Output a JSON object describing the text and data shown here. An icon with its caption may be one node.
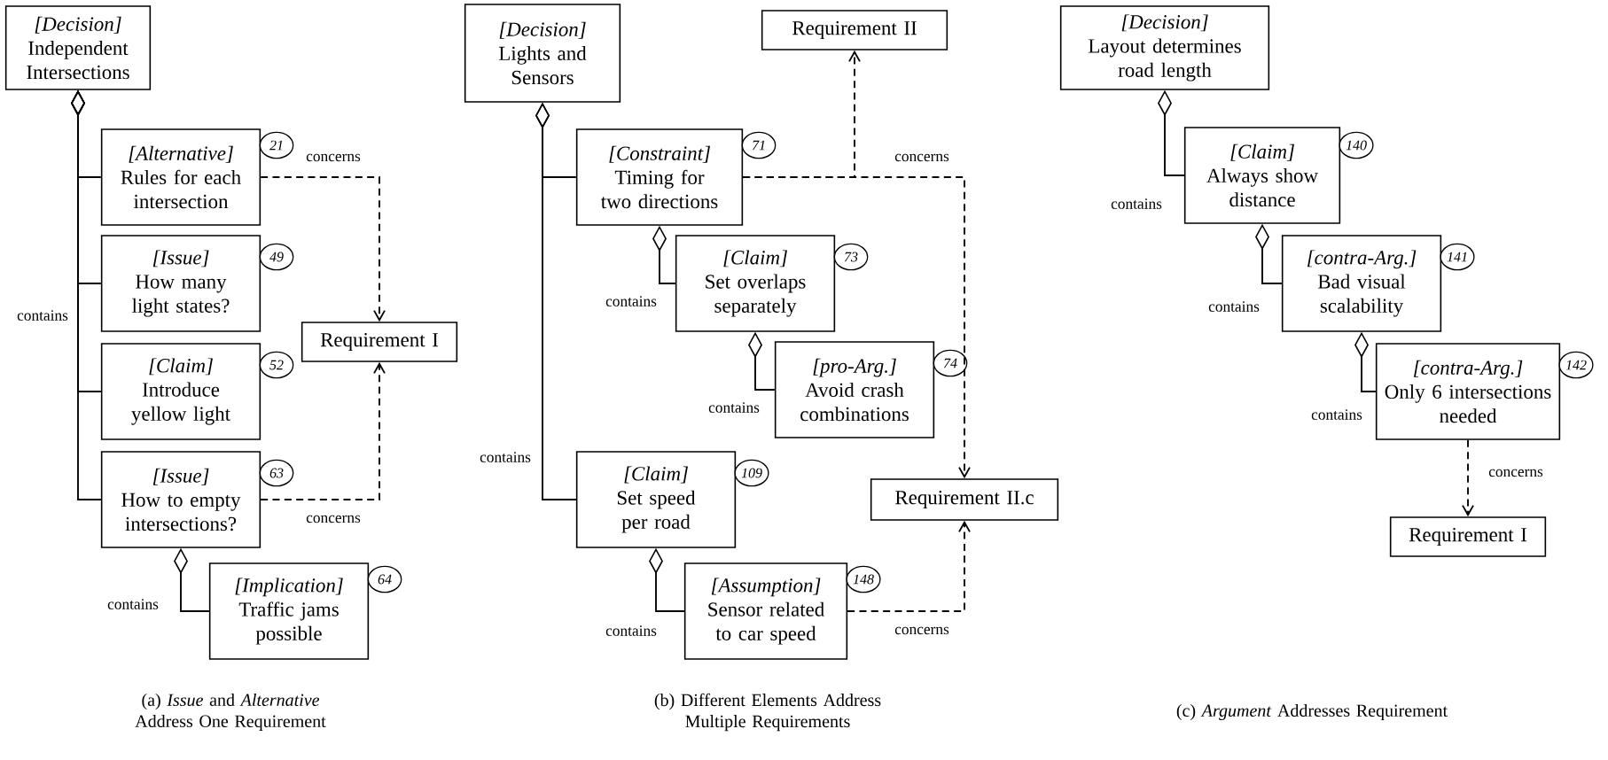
{
  "diagram": {
    "nodes": [
      {
        "text": [
          "[Decision]",
          "Independent Intersections"
        ]
      },
      {
        "text": [
          "[Alternative]",
          "Rules for each intersection"
        ],
        "beside": [
          "21"
        ]
      },
      {
        "text": [
          "[Issue]",
          "How many light states?"
        ],
        "beside": [
          "49"
        ]
      },
      {
        "text": [
          "[Claim]",
          "Introduce yellow light"
        ],
        "beside": [
          "52"
        ]
      },
      {
        "text": [
          "[Issue]",
          "How to empty intersections?"
        ],
        "beside": [
          "63"
        ]
      },
      {
        "text": [
          "Requirement I"
        ]
      },
      {
        "text": [
          "[Implication]",
          "Traffic jams possible"
        ],
        "beside": [
          "64"
        ]
      },
      {
        "text": [
          "[Decision]",
          "Lights and Sensors"
        ]
      },
      {
        "text": [
          "Requirement II"
        ]
      },
      {
        "text": [
          "[Constraint]",
          "Timing for two directions"
        ],
        "beside": [
          "71"
        ]
      },
      {
        "text": [
          "[Claim]",
          "Set overlaps separately"
        ],
        "beside": [
          "73"
        ]
      },
      {
        "text": [
          "[pro-Arg.]",
          "Avoid crash combinations"
        ],
        "beside": [
          "74"
        ]
      },
      {
        "text": [
          "[Claim]",
          "Set speed per road"
        ],
        "beside": [
          "109"
        ]
      },
      {
        "text": [
          "Requirement II.c"
        ]
      },
      {
        "text": [
          "[Assumption]",
          "Sensor related to car speed"
        ],
        "beside": [
          "148"
        ]
      },
      {
        "text": [
          "[Decision]",
          "Layout determines road length"
        ]
      },
      {
        "text": [
          "[Claim]",
          "Always show distance"
        ],
        "beside": [
          "140"
        ]
      },
      {
        "text": [
          "[contra-Arg.]",
          "Bad visual scalability"
        ],
        "beside": [
          "141"
        ]
      },
      {
        "text": [
          "[contra-Arg.]",
          "Only 6 intersections needed"
        ],
        "beside": [
          "142"
        ]
      },
      {
        "text": [
          "Requirement I"
        ]
      }
    ],
    "edges": [
      {
        "from": 1,
        "to": 0,
        "arrow": "other"
      },
      {
        "from": 2,
        "to": 0,
        "arrow": "other",
        "label": "contains"
      },
      {
        "from": 3,
        "to": 0,
        "arrow": "other"
      },
      {
        "from": 4,
        "to": 0,
        "arrow": "other"
      },
      {
        "from": 6,
        "to": 4,
        "arrow": "other",
        "label": "contains"
      },
      {
        "from": 1,
        "to": 5,
        "arrow": "to",
        "style": "dashed",
        "label": "concerns"
      },
      {
        "from": 4,
        "to": 5,
        "arrow": "to",
        "style": "dashed",
        "label": "concerns"
      },
      {
        "from": 9,
        "to": 7,
        "arrow": "other"
      },
      {
        "from": 12,
        "to": 7,
        "arrow": "other",
        "label": "contains"
      },
      {
        "from": 10,
        "to": 9,
        "arrow": "other",
        "label": "contains"
      },
      {
        "from": 11,
        "to": 10,
        "arrow": "other",
        "label": "contains"
      },
      {
        "from": 14,
        "to": 12,
        "arrow": "other",
        "label": "contains"
      },
      {
        "from": 9,
        "to": 8,
        "arrow": "to",
        "style": "dashed"
      },
      {
        "from": 9,
        "to": 13,
        "arrow": "to",
        "style": "dashed",
        "label": "concerns"
      },
      {
        "from": 14,
        "to": 13,
        "arrow": "to",
        "style": "dashed",
        "label": "concerns"
      },
      {
        "from": 16,
        "to": 15,
        "arrow": "other",
        "label": "contains"
      },
      {
        "from": 17,
        "to": 16,
        "arrow": "other",
        "label": "contains"
      },
      {
        "from": 18,
        "to": 17,
        "arrow": "other",
        "label": "contains"
      },
      {
        "from": 18,
        "to": 19,
        "arrow": "to",
        "style": "dashed",
        "label": "concerns"
      }
    ],
    "labels": [
      "(a) *Issue* and *Alternative* Address One Requirement",
      "(b) Different Elements Address Multiple Requirements",
      "(c) *Argument* Addresses Requirement"
    ]
  }
}
